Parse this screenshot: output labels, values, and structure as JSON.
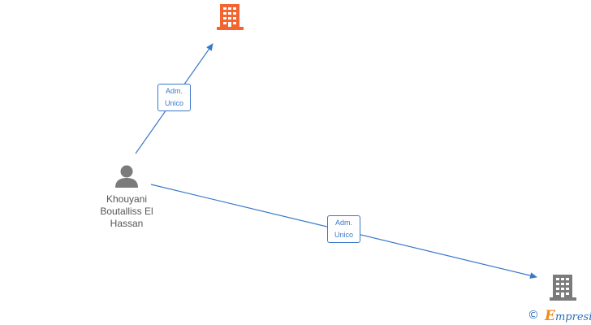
{
  "nodes": {
    "company_top": {
      "type": "company",
      "color": "#f26430"
    },
    "person": {
      "type": "person",
      "color": "#7b7b7b",
      "label_lines": [
        "Khouyani",
        "Boutalliss El",
        "Hassan"
      ]
    },
    "company_bottom": {
      "type": "company",
      "color": "#7b7b7b"
    }
  },
  "edges": [
    {
      "from": "person",
      "to": "company_top",
      "label_lines": [
        "Adm.",
        "Unico"
      ]
    },
    {
      "from": "person",
      "to": "company_bottom",
      "label_lines": [
        "Adm.",
        "Unico"
      ]
    }
  ],
  "edge_color": "#3a78c9",
  "footer": {
    "copyright_symbol": "©",
    "brand_first": "E",
    "brand_rest": "mpresia"
  },
  "colors": {
    "brand_blue": "#2a6eb8",
    "brand_orange": "#f08a1c"
  }
}
